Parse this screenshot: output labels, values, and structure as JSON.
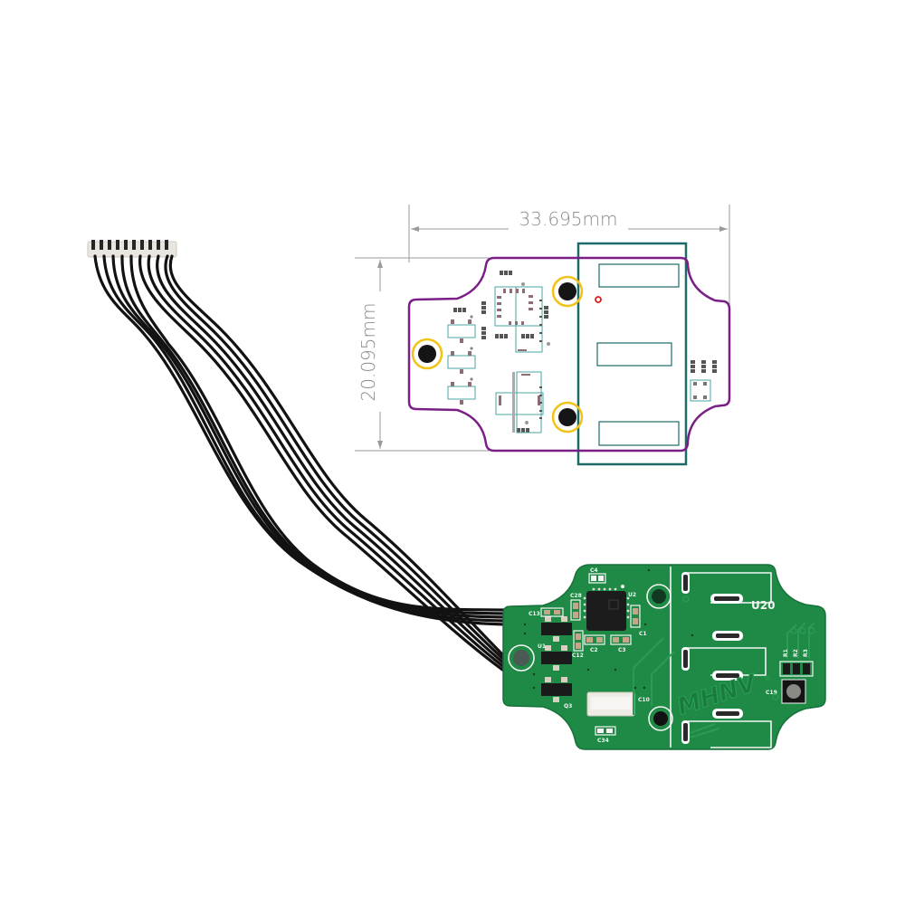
{
  "dimensions": {
    "width_label": "33.695mm",
    "height_label": "20.095mm"
  },
  "pcb_labels": {
    "module_label": "U20",
    "brand_logo": "MHNV",
    "registered_mark": "®",
    "components": [
      "C4",
      "C28",
      "U2",
      "C13",
      "U1",
      "C1",
      "C2",
      "C3",
      "C12",
      "Q3",
      "C10",
      "C34",
      "C19",
      "R1",
      "R2",
      "R3"
    ]
  },
  "colors": {
    "outline_purple": "#7a1f86",
    "mount_ring_yellow": "#f2c318",
    "footprint_teal": "#1d6b68",
    "pcb_green": "#1f8a45",
    "pcb_dark_green": "#17703a",
    "silkscreen": "#f4f4f4",
    "dimension_gray": "#9a9a9a",
    "cable_black": "#111111",
    "marker_red": "#e01a1a"
  }
}
